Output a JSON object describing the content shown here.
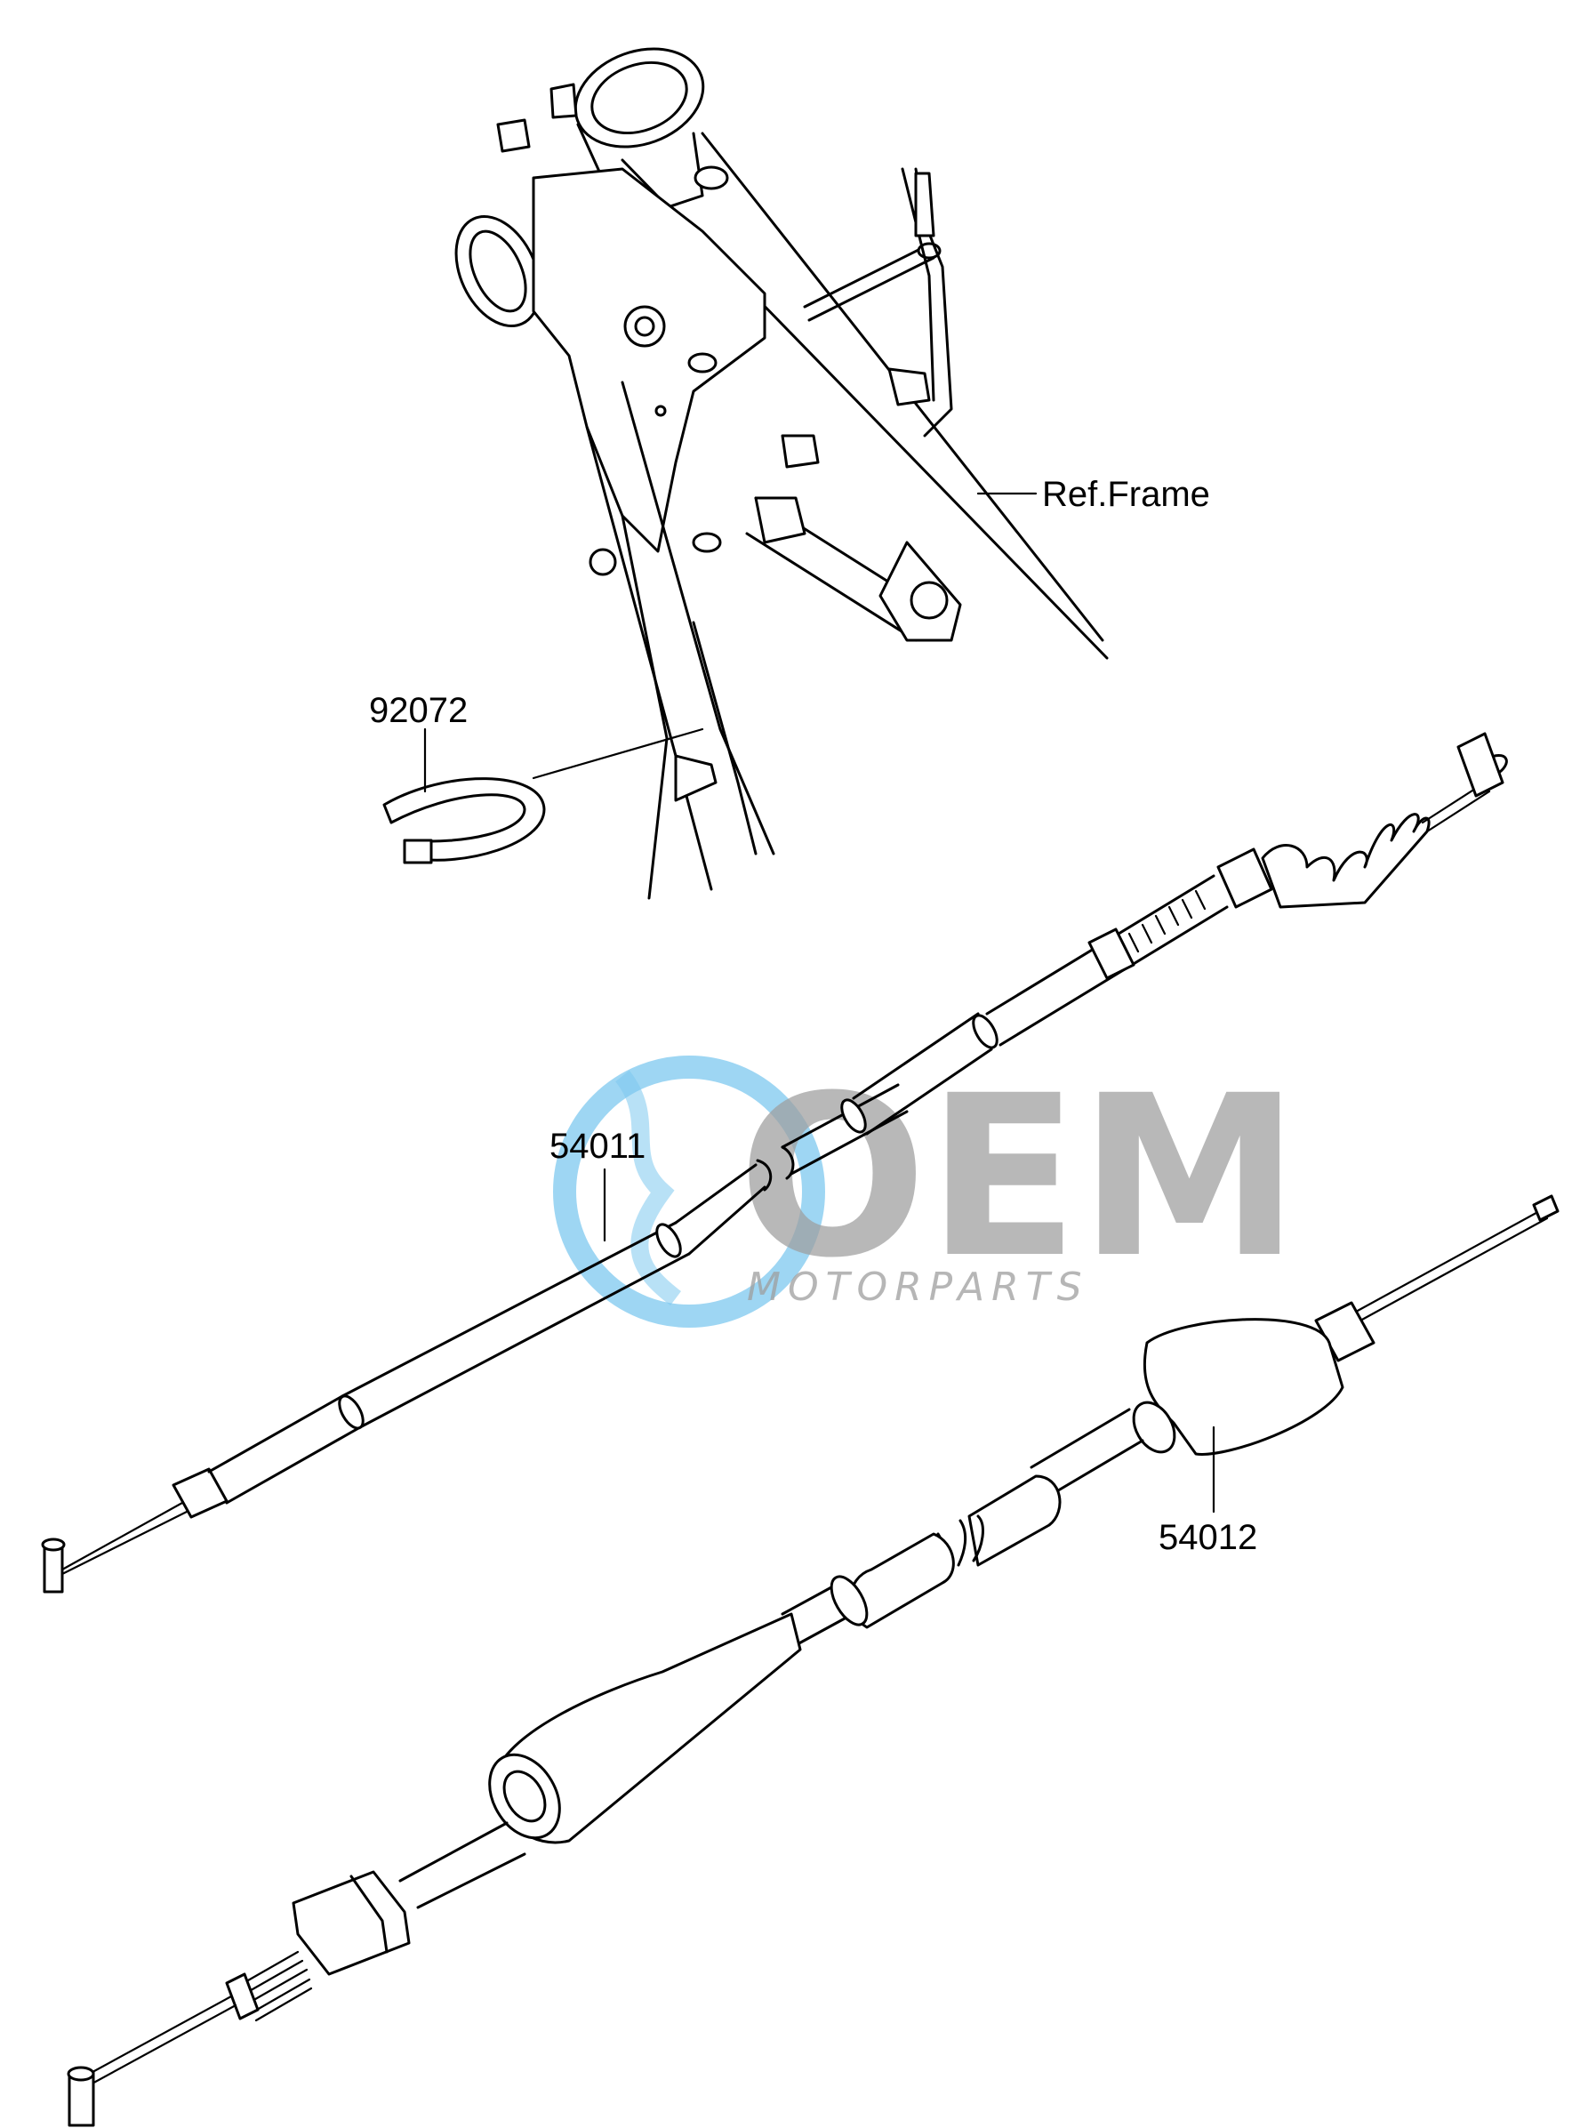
{
  "labels": {
    "frame_ref": "Ref.Frame",
    "band": "92072",
    "cable_upper": "54011",
    "cable_lower": "54012"
  },
  "watermark": {
    "logo_text": "OEM",
    "sub_text": "MOTORPARTS",
    "globe_color": "#7ec8ef",
    "text_color": "#9e9e9e"
  }
}
